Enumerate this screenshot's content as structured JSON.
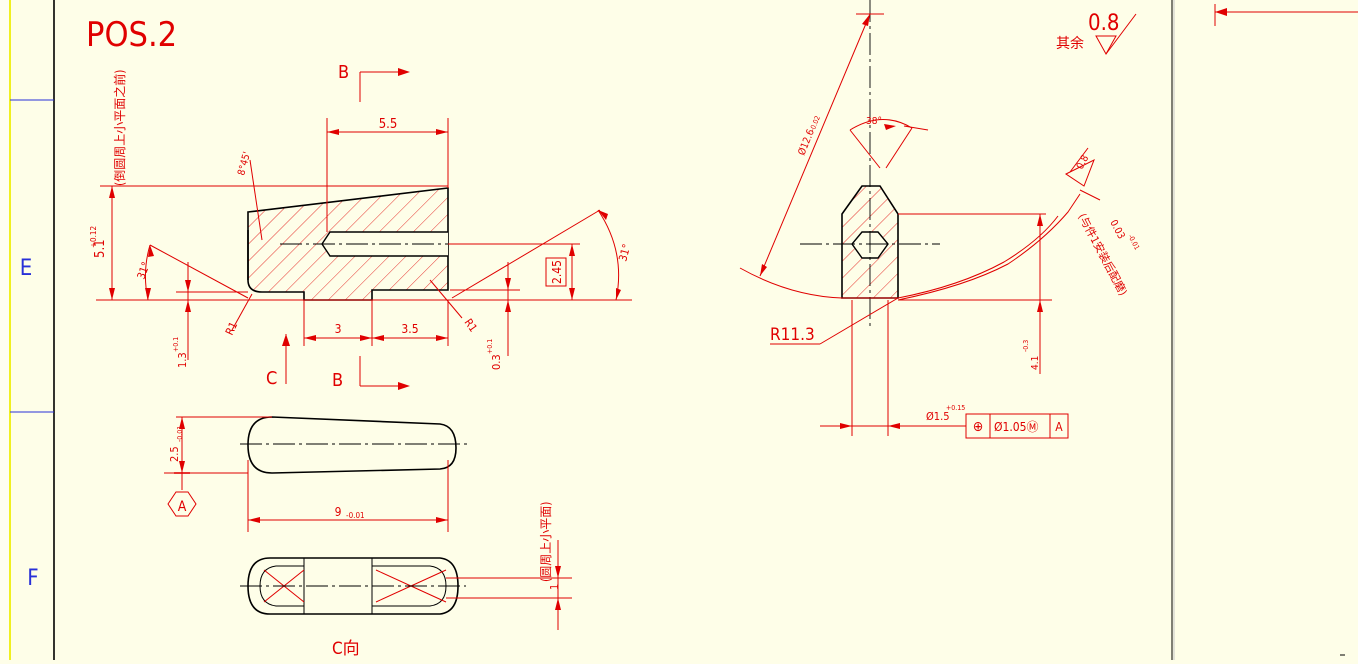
{
  "drawing": {
    "title": "POS.2",
    "zone_labels": [
      "E",
      "F"
    ],
    "roughness_note": "其余",
    "roughness_value": "0.8",
    "roughness_value2": "0.8",
    "section_marks": {
      "b_top": "B",
      "b_bottom": "B",
      "c_mark": "C"
    },
    "view_c_label": "C向",
    "dimensions": {
      "length_top": "5.5",
      "height": "5.1",
      "height_tol": "+0.12",
      "height_note": "(倒圆周上小平面之前)",
      "angle_left": "31°",
      "angle_right": "31°",
      "angle_taper": "8°45'",
      "step": "2.45",
      "radius_left": "R1",
      "radius_right": "R1",
      "slot_left": "3",
      "slot_right": "3.5",
      "chamfer_left": "1.3",
      "chamfer_left_tol": "+0.1",
      "chamfer_right": "0.3",
      "chamfer_right_tol": "+0.1",
      "width_tol_text": "2.5",
      "width_tol": "-0.01",
      "datum": "A",
      "length_bottom": "9",
      "length_bottom_tol": "-0.01",
      "flat_note": "(圆周上小平面)",
      "flat_value": "1",
      "dia_big": "Ø12.6",
      "dia_big_tol": "-0.02",
      "angle_38": "38°",
      "radius_11": "R11.3",
      "rough_small": "0.8",
      "dim_right": "0.03",
      "dim_right_tol": "-0.01",
      "assembly_note": "(与件1安装后配磨)",
      "depth": "4.1",
      "depth_tol": "-0.3",
      "hole_dia": "Ø1.5",
      "hole_tol": "+0.15"
    },
    "frame": {
      "symbol": "⊕",
      "tolerance": "Ø1.05Ⓜ",
      "datum": "A"
    }
  }
}
